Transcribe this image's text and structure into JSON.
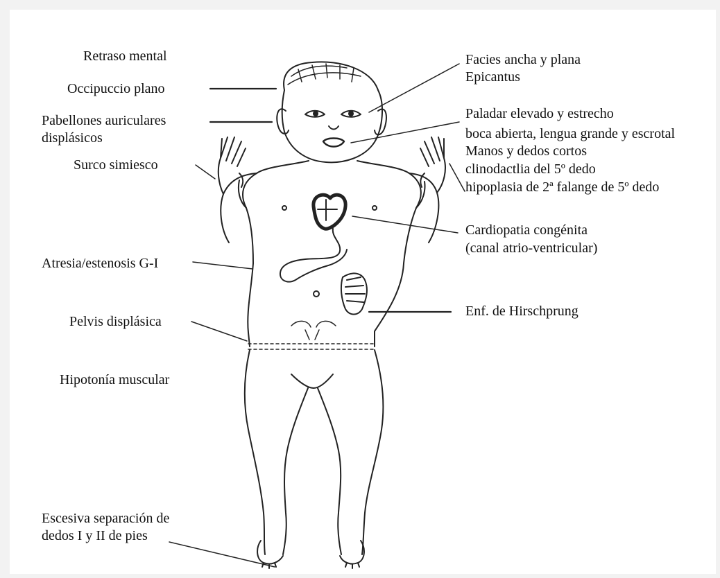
{
  "labels": {
    "retraso": "Retraso mental",
    "occipuccio": "Occipuccio plano",
    "pabellones_1": "Pabellones auriculares",
    "pabellones_2": "displásicos",
    "surco": "Surco simiesco",
    "atresia": "Atresia/estenosis G-I",
    "pelvis": "Pelvis displásica",
    "hipotonia": "Hipotonía muscular",
    "escesiva_1": "Escesiva separación de",
    "escesiva_2": "dedos I y II de pies",
    "facies": "Facies ancha y plana",
    "epicantus": "Epicantus",
    "paladar": "Paladar elevado y estrecho",
    "boca": "boca abierta, lengua grande y escrotal",
    "manos": "Manos y dedos cortos",
    "clino": "clinodactlia del 5º dedo",
    "hipoplasia": "hipoplasia de 2ª falange de 5º dedo",
    "cardio_1": "Cardiopatia congénita",
    "cardio_2": "(canal atrio-ventricular)",
    "hirsch": "Enf. de Hirschprung"
  }
}
